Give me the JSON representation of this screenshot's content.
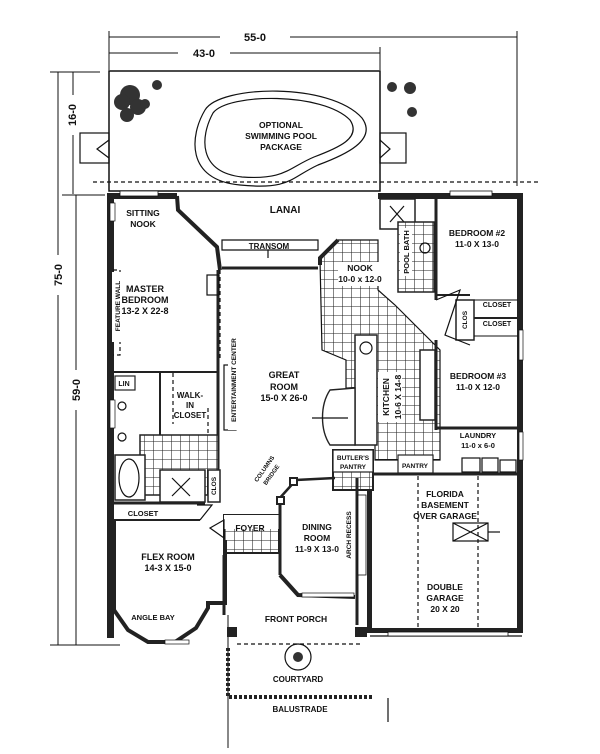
{
  "title": "Floor Plan",
  "dimensions": {
    "overall_width": "55-0",
    "house_width": "43-0",
    "overall_depth": "75-0",
    "house_depth": "59-0",
    "pool_depth": "16-0"
  },
  "pool": {
    "line1": "OPTIONAL",
    "line2": "SWIMMING POOL",
    "line3": "PACKAGE"
  },
  "rooms": {
    "lanai": "LANAI",
    "sitting_nook": {
      "line1": "SITTING",
      "line2": "NOOK"
    },
    "transom": "TRANSOM",
    "nook": {
      "name": "NOOK",
      "size": "10-0 x 12-0"
    },
    "pool_bath": "POOL BATH",
    "bedroom2": {
      "name": "BEDROOM #2",
      "size": "11-0 X 13-0"
    },
    "master": {
      "line1": "MASTER",
      "line2": "BEDROOM",
      "size": "13-2 X 22-8"
    },
    "feature_wall": "FEATURE WALL",
    "closet_upper": "CLOSET",
    "closet_lower": "CLOSET",
    "clos_right": "CLOS",
    "entertainment_center": "ENTERTAINMENT CENTER",
    "great_room": {
      "line1": "GREAT",
      "line2": "ROOM",
      "size": "15-0 X 26-0"
    },
    "kitchen": {
      "name": "KITCHEN",
      "size": "10-6 X 14-8"
    },
    "bedroom3": {
      "name": "BEDROOM #3",
      "size": "11-0 X 12-0"
    },
    "lin": "LIN",
    "walk_in_closet": {
      "line1": "WALK-",
      "line2": "IN",
      "line3": "CLOSET"
    },
    "laundry": {
      "name": "LAUNDRY",
      "size": "11-0 x 6-0"
    },
    "butlers_pantry": {
      "line1": "BUTLER'S",
      "line2": "PANTRY"
    },
    "pantry": "PANTRY",
    "clos_left": "CLOS",
    "columns_bridge": {
      "line1": "COLUMNS",
      "line2": "BRIDGE"
    },
    "closet_master": "CLOSET",
    "florida_basement": {
      "line1": "FLORIDA",
      "line2": "BASEMENT",
      "line3": "OVER GARAGE"
    },
    "foyer": "FOYER",
    "dining": {
      "line1": "DINING",
      "line2": "ROOM",
      "size": "11-9 X 13-0"
    },
    "arch_recess": "ARCH RECESS",
    "flex": {
      "name": "FLEX ROOM",
      "size": "14-3 X 15-0"
    },
    "garage": {
      "line1": "DOUBLE",
      "line2": "GARAGE",
      "size": "20 X 20"
    },
    "angle_bay": "ANGLE BAY",
    "front_porch": "FRONT PORCH",
    "courtyard": "COURTYARD",
    "balustrade": "BALUSTRADE"
  }
}
